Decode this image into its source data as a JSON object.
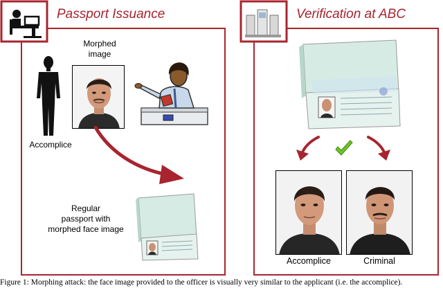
{
  "left_panel": {
    "title": "Passport Issuance",
    "morphed_label_line1": "Morphed",
    "morphed_label_line2": "image",
    "accomplice_label": "Accomplice",
    "passport_label_line1": "Regular",
    "passport_label_line2": "passport with",
    "passport_label_line3": "morphed face image",
    "icon": "officer-desk-icon"
  },
  "right_panel": {
    "title": "Verification at ABC",
    "icon": "abc-gate-icon",
    "photo_left_label": "Accomplice",
    "photo_right_label": "Criminal",
    "check_icon": "green-check-icon"
  },
  "caption": "Figure 1: Morphing attack: the face image provided to the officer is visually very similar to the applicant (i.e. the accomplice).",
  "colors": {
    "accent": "#a8242f",
    "check": "#6fc22a"
  }
}
